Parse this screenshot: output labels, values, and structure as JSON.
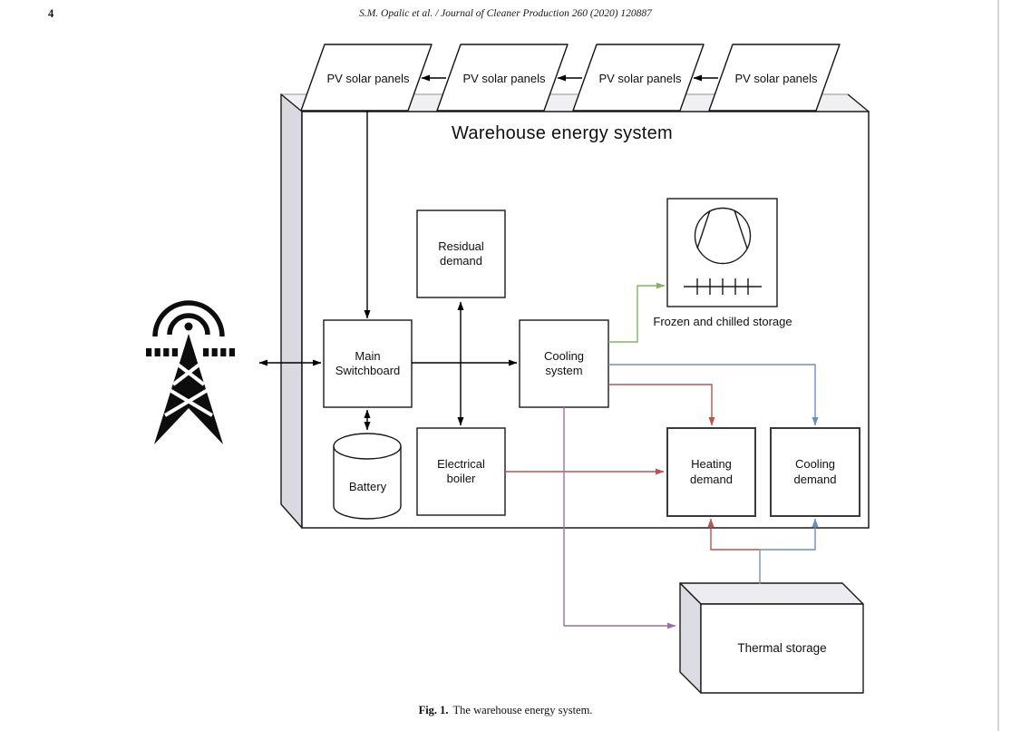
{
  "page": {
    "number": "4",
    "running_head": "S.M. Opalic et al. / Journal of Cleaner Production 260 (2020) 120887",
    "figure_caption": {
      "label": "Fig. 1.",
      "text": "The warehouse energy system."
    }
  },
  "diagram": {
    "title": "Warehouse energy system",
    "pv_panels": [
      {
        "label": "PV solar panels"
      },
      {
        "label": "PV solar panels"
      },
      {
        "label": "PV solar panels"
      },
      {
        "label": "PV solar panels"
      }
    ],
    "nodes": {
      "residual_demand": {
        "label": "Residual demand"
      },
      "main_switchboard": {
        "label": "Main Switchboard"
      },
      "cooling_system": {
        "label": "Cooling system"
      },
      "frozen_storage": {
        "label": "Frozen and chilled storage"
      },
      "electrical_boiler": {
        "label": "Electrical boiler"
      },
      "heating_demand": {
        "label": "Heating demand"
      },
      "cooling_demand": {
        "label": "Cooling demand"
      },
      "battery": {
        "label": "Battery"
      },
      "thermal_storage": {
        "label": "Thermal storage"
      },
      "power_grid": {
        "icon": "radio-tower-icon"
      }
    },
    "icons": [
      "radio-tower-icon",
      "compressor-icon",
      "evaporator-coil-icon"
    ],
    "colors": {
      "black_flow": "#000000",
      "green_flow": "#82b366",
      "blue_flow": "#6c8ebf",
      "red_flow": "#b85450",
      "purple_flow": "#9673a6"
    },
    "flows": [
      {
        "from": "pv_panel_4",
        "to": "pv_panel_3",
        "color": "#000000"
      },
      {
        "from": "pv_panel_3",
        "to": "pv_panel_2",
        "color": "#000000"
      },
      {
        "from": "pv_panel_2",
        "to": "pv_panel_1",
        "color": "#000000"
      },
      {
        "from": "pv_panel_1",
        "to": "main_switchboard",
        "color": "#000000"
      },
      {
        "from": "power_grid",
        "to": "main_switchboard",
        "color": "#000000",
        "bidirectional": true
      },
      {
        "from": "main_switchboard",
        "to": "cooling_system",
        "color": "#000000"
      },
      {
        "from": "main_switchboard",
        "to": "battery",
        "color": "#000000",
        "bidirectional": true
      },
      {
        "from": "residual_demand",
        "to": "electrical_boiler",
        "color": "#000000",
        "bidirectional": true
      },
      {
        "from": "cooling_system",
        "to": "frozen_storage",
        "color": "#82b366"
      },
      {
        "from": "cooling_system",
        "to": "cooling_demand",
        "color": "#6c8ebf"
      },
      {
        "from": "cooling_system",
        "to": "heating_demand",
        "color": "#b85450"
      },
      {
        "from": "electrical_boiler",
        "to": "heating_demand",
        "color": "#b85450"
      },
      {
        "from": "cooling_system",
        "to": "thermal_storage",
        "color": "#9673a6"
      },
      {
        "from": "thermal_storage",
        "to": "heating_demand",
        "color": "#b85450"
      },
      {
        "from": "thermal_storage",
        "to": "cooling_demand",
        "color": "#6c8ebf"
      }
    ]
  }
}
